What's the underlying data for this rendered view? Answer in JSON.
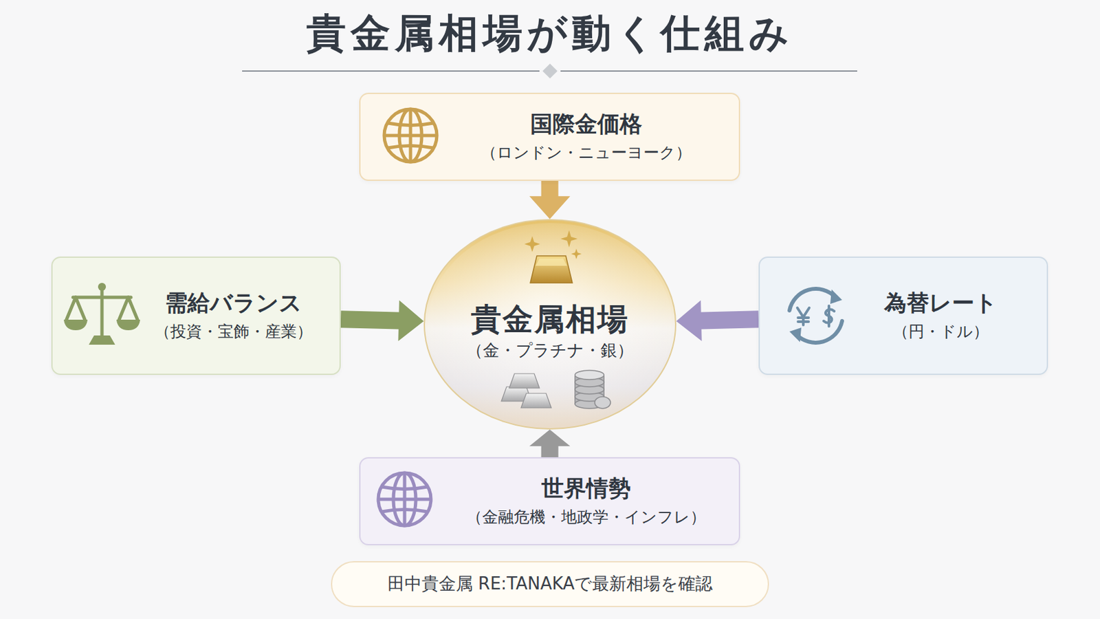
{
  "diagram": {
    "title": "貴金属相場が動く仕組み",
    "nodes": [
      {
        "text": [
          "国際金価格",
          "（ロンドン・ニューヨーク）"
        ]
      },
      {
        "text": [
          "需給バランス",
          "（投資・宝飾・産業）"
        ]
      },
      {
        "text": [
          "貴金属相場",
          "（金・プラチナ・銀）"
        ]
      },
      {
        "text": [
          "為替レート",
          "（円・ドル）"
        ]
      },
      {
        "text": [
          "世界情勢",
          "（金融危機・地政学・インフレ）"
        ]
      },
      {
        "text": [
          "田中貴金属 RE:TANAKAで最新相場を確認"
        ]
      }
    ],
    "edges": [
      {
        "from": 0,
        "to": 2,
        "arrow": "to"
      },
      {
        "from": 1,
        "to": 2,
        "arrow": "to"
      },
      {
        "from": 3,
        "to": 2,
        "arrow": "to"
      },
      {
        "from": 4,
        "to": 2,
        "arrow": "to"
      }
    ]
  }
}
